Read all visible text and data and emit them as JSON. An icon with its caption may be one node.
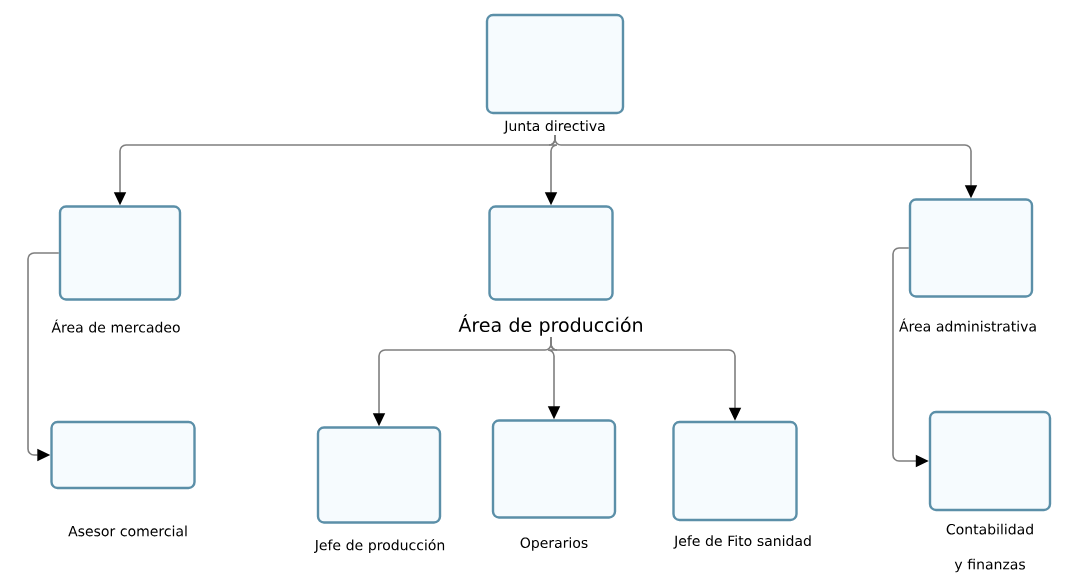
{
  "diagram": {
    "nodes": [
      {
        "text": [
          "Junta directiva"
        ]
      },
      {
        "text": [
          "Área de mercadeo"
        ]
      },
      {
        "text": [
          "Área de producción"
        ]
      },
      {
        "text": [
          "Área administrativa"
        ]
      },
      {
        "text": [
          "Asesor comercial"
        ]
      },
      {
        "text": [
          "Jefe de producción"
        ]
      },
      {
        "text": [
          "Operarios"
        ]
      },
      {
        "text": [
          "Jefe de Fito sanidad"
        ]
      },
      {
        "text": [
          "Contabilidad y finanzas"
        ]
      }
    ],
    "edges": [
      {
        "from": 0,
        "to": 1,
        "arrow": "to"
      },
      {
        "from": 0,
        "to": 2,
        "arrow": "to"
      },
      {
        "from": 0,
        "to": 3,
        "arrow": "to"
      },
      {
        "from": 1,
        "to": 4,
        "arrow": "to"
      },
      {
        "from": 2,
        "to": 5,
        "arrow": "to"
      },
      {
        "from": 2,
        "to": 6,
        "arrow": "to"
      },
      {
        "from": 2,
        "to": 7,
        "arrow": "to"
      },
      {
        "from": 3,
        "to": 8,
        "arrow": "to"
      }
    ]
  }
}
